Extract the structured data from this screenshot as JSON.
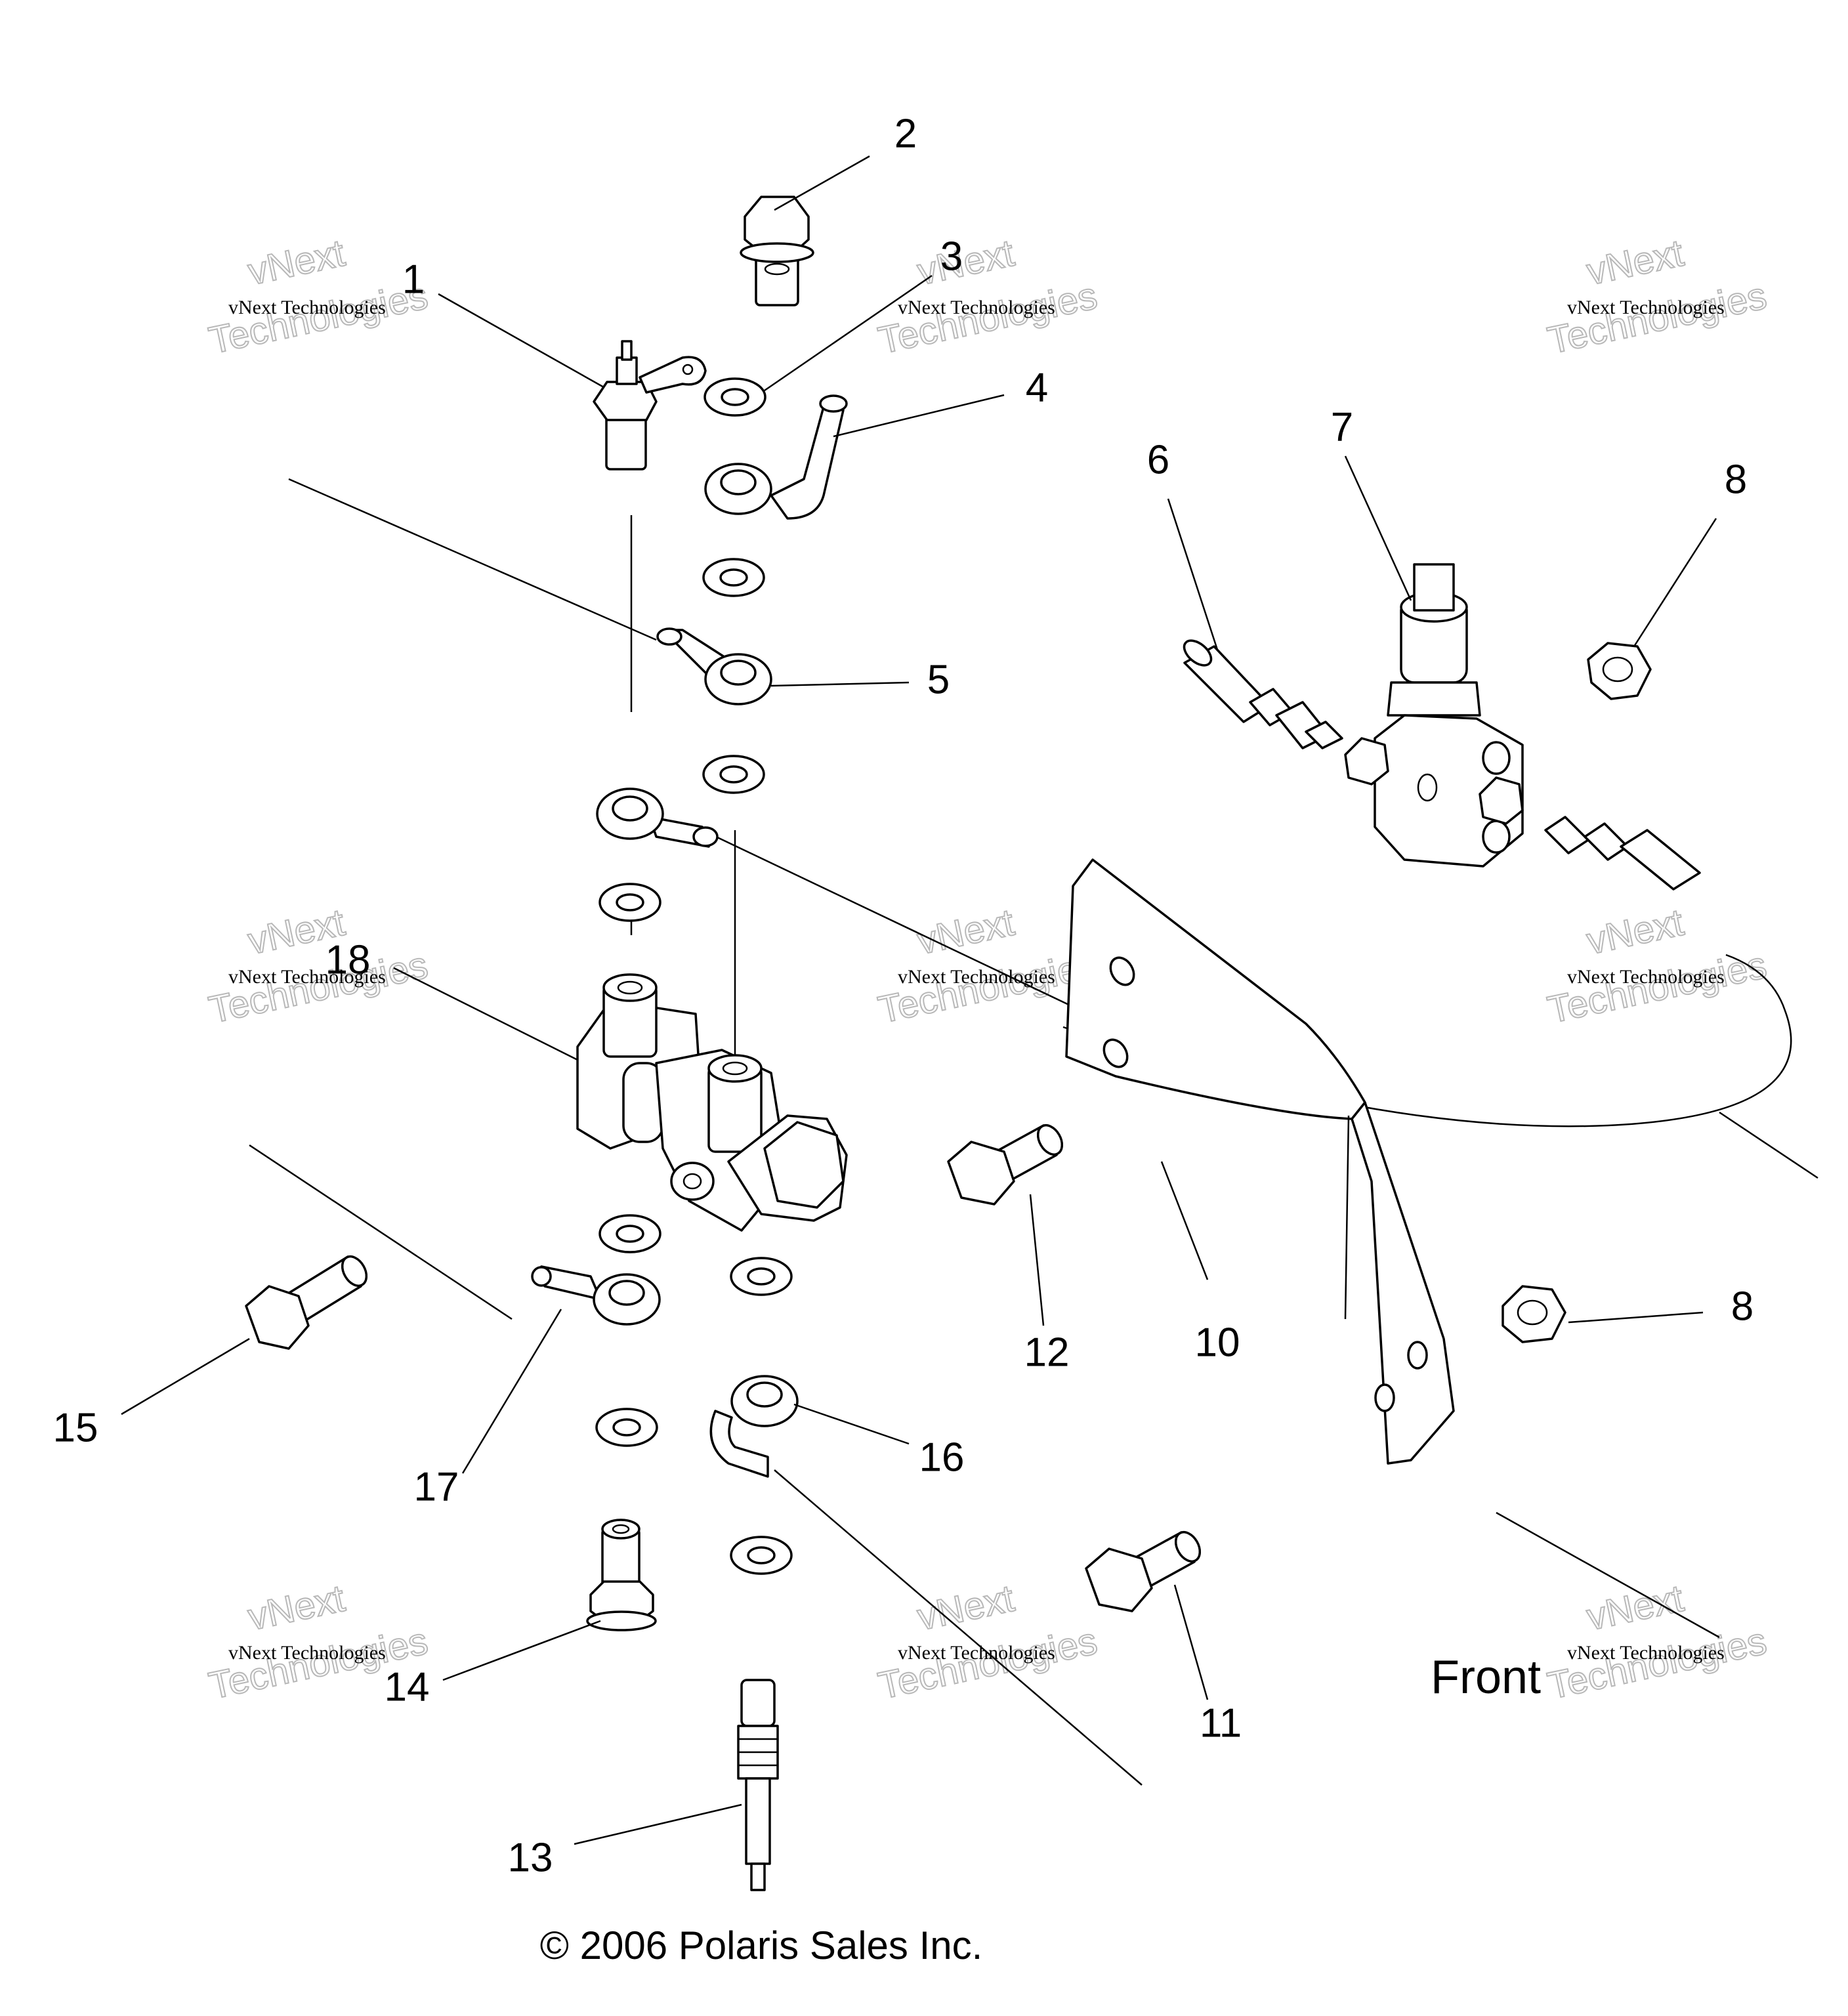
{
  "callouts": [
    {
      "id": "1",
      "label": "1"
    },
    {
      "id": "2",
      "label": "2"
    },
    {
      "id": "3",
      "label": "3"
    },
    {
      "id": "4",
      "label": "4"
    },
    {
      "id": "5",
      "label": "5"
    },
    {
      "id": "6",
      "label": "6"
    },
    {
      "id": "7",
      "label": "7"
    },
    {
      "id": "8a",
      "label": "8"
    },
    {
      "id": "8b",
      "label": "8"
    },
    {
      "id": "10",
      "label": "10"
    },
    {
      "id": "11",
      "label": "11"
    },
    {
      "id": "12",
      "label": "12"
    },
    {
      "id": "13",
      "label": "13"
    },
    {
      "id": "14",
      "label": "14"
    },
    {
      "id": "15",
      "label": "15"
    },
    {
      "id": "16",
      "label": "16"
    },
    {
      "id": "17",
      "label": "17"
    },
    {
      "id": "18",
      "label": "18"
    }
  ],
  "orientation_label": "Front",
  "copyright": "© 2006 Polaris Sales Inc.",
  "watermark": {
    "line1": "vNext Technologies",
    "line2": "vNext",
    "line3": "Technologies"
  }
}
